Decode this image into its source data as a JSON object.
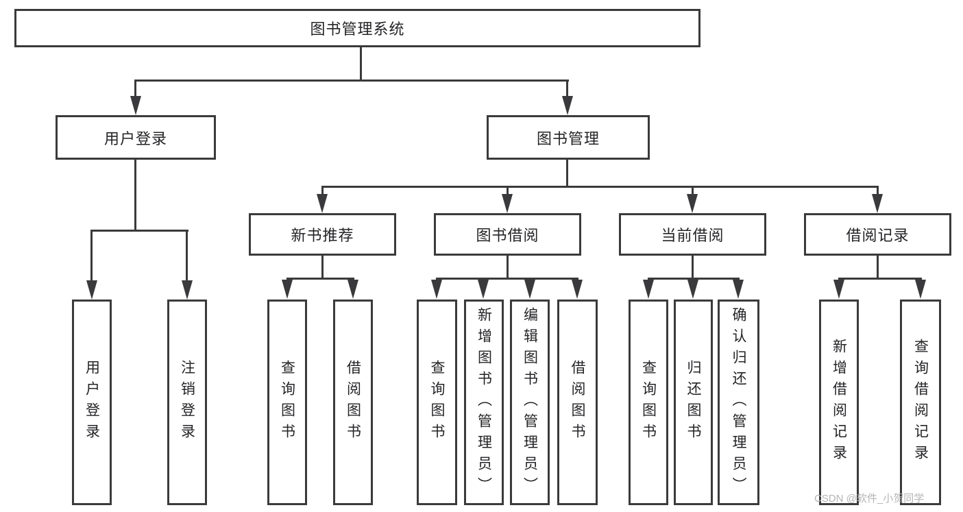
{
  "nodes": {
    "root": "图书管理系统",
    "user_login": "用户登录",
    "book_mgmt": "图书管理",
    "new_book_rec": "新书推荐",
    "book_borrow": "图书借阅",
    "current_borrow": "当前借阅",
    "borrow_record": "借阅记录",
    "leaves": {
      "user_login": [
        "用户登录",
        "注销登录"
      ],
      "new_book_rec": [
        "查询图书",
        "借阅图书"
      ],
      "book_borrow": [
        "查询图书",
        "新增图书（管理员）",
        "编辑图书（管理员）",
        "借阅图书"
      ],
      "current_borrow": [
        "查询图书",
        "归还图书",
        "确认归还（管理员）"
      ],
      "borrow_record": [
        "新增借阅记录",
        "查询借阅记录"
      ]
    }
  },
  "watermark": "CSDN @软件_小贺同学",
  "colors": {
    "line": "#3a3a3c",
    "text": "#242427",
    "watermark": "#b4b4b4",
    "background": "#ffffff"
  }
}
